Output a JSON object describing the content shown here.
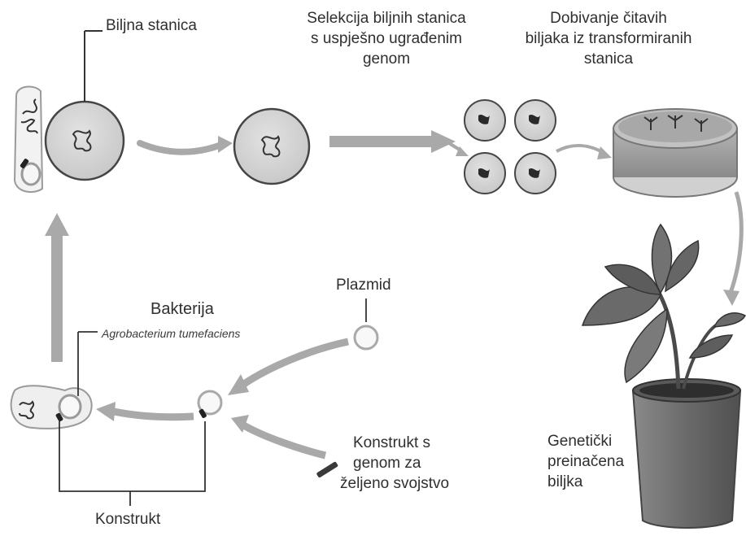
{
  "labels": {
    "plant_cell": "Biljna stanica",
    "selection": [
      "Selekcija biljnih stanica",
      "s uspješno ugrađenim",
      "genom"
    ],
    "regeneration": [
      "Dobivanje čitavih",
      "biljaka iz transformiranih",
      "stanica"
    ],
    "plasmid": "Plazmid",
    "bacterium": "Bakterija",
    "bacterium_species": "Agrobacterium tumefaciens",
    "construct_gene": [
      "Konstrukt s",
      "genom za",
      "željeno svojstvo"
    ],
    "gm_plant": [
      "Genetički",
      "preinačena",
      "biljka"
    ],
    "construct": "Konstrukt"
  },
  "colors": {
    "cell_fill": "#d6d6d6",
    "cell_stroke": "#444444",
    "arrow": "#a9a9a9",
    "agar": "#9a9a9a",
    "pot": "#6e6e6e",
    "leaf": "#555555"
  }
}
